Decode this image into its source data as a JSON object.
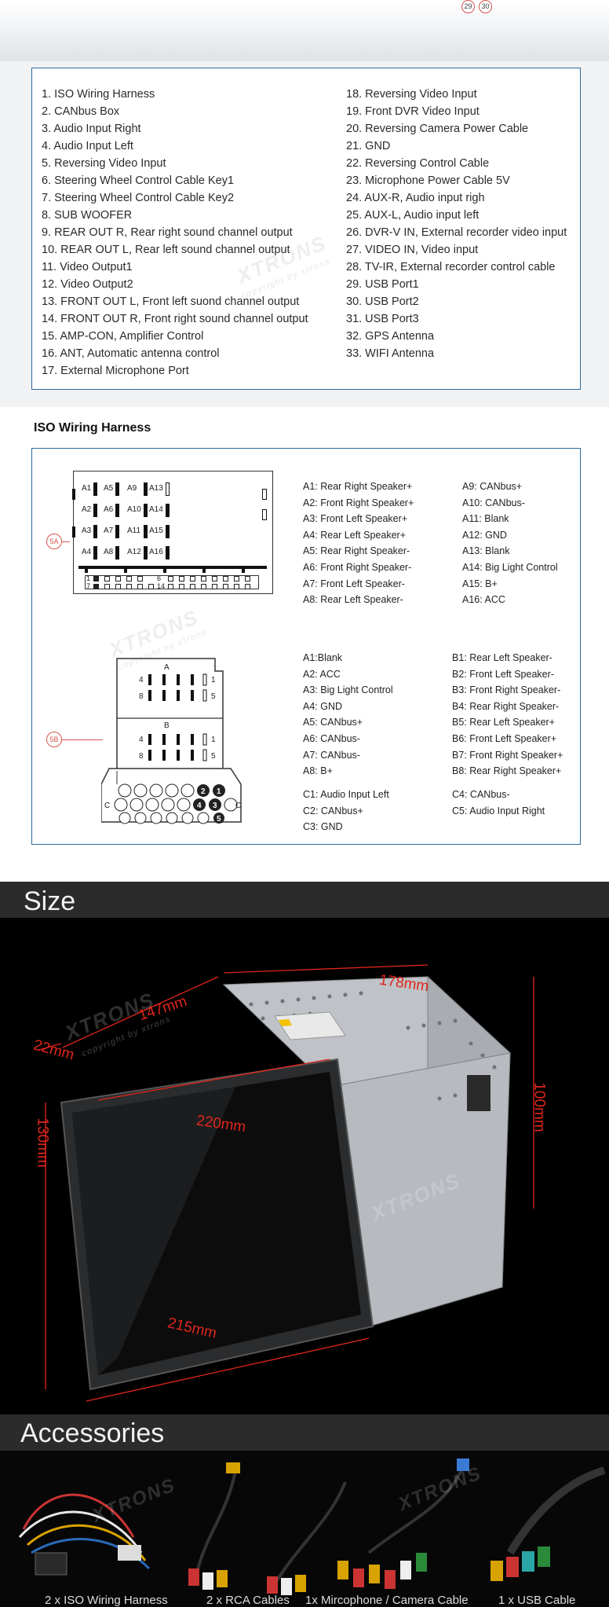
{
  "top": {
    "circle_a": "29",
    "circle_b": "30"
  },
  "legend": {
    "left": [
      "1. ISO Wiring Harness",
      "2. CANbus Box",
      "3. Audio Input Right",
      "4. Audio Input Left",
      "5. Reversing Video Input",
      "6. Steering Wheel Control Cable Key1",
      "7. Steering Wheel Control Cable Key2",
      "8. SUB WOOFER",
      "9. REAR OUT R, Rear right sound channel output",
      "10. REAR OUT L, Rear left sound channel output",
      "11. Video Output1",
      "12. Video Output2",
      "13. FRONT OUT L, Front left suond channel output",
      "14. FRONT OUT R,  Front right sound channel output",
      "15. AMP-CON, Amplifier Control",
      "16. ANT, Automatic antenna control",
      "17. External Microphone Port"
    ],
    "right": [
      "18. Reversing Video Input",
      "19. Front DVR Video Input",
      "20. Reversing Camera Power Cable",
      "21. GND",
      "22. Reversing Control Cable",
      "23. Microphone Power Cable 5V",
      "24. AUX-R, Audio input righ",
      "25. AUX-L, Audio input left",
      "26. DVR-V IN, External recorder video input",
      "27. VIDEO IN, Video input",
      "28. TV-IR, External recorder control cable",
      "29. USB Port1",
      "30. USB Port2",
      "31. USB Port3",
      "32. GPS Antenna",
      "33. WIFI Antenna"
    ]
  },
  "iso": {
    "title": "ISO Wiring Harness",
    "tag_a": "5A",
    "tag_b": "5B",
    "a_col1": [
      "A1: Rear Right Speaker+",
      "A2: Front Right Speaker+",
      "A3: Front Left Speaker+",
      "A4: Rear Left Speaker+",
      "A5: Rear Right Speaker-",
      "A6: Front Right Speaker-",
      "A7: Front Left Speaker-",
      "A8: Rear Left Speaker-"
    ],
    "a_col2": [
      "A9: CANbus+",
      "A10: CANbus-",
      "A11: Blank",
      "A12: GND",
      "A13: Blank",
      "A14: Big Light Control",
      "A15: B+",
      "A16: ACC"
    ],
    "b_col1": [
      "A1:Blank",
      "A2: ACC",
      "A3: Big Light Control",
      "A4: GND",
      "A5: CANbus+",
      "A6: CANbus-",
      "A7: CANbus-",
      "A8: B+"
    ],
    "b_col2": [
      "B1: Rear Left Speaker-",
      "B2: Front Left Speaker-",
      "B3: Front Right Speaker-",
      "B4: Rear Right Speaker-",
      "B5: Rear Left Speaker+",
      "B6: Front Left Speaker+",
      "B7: Front Right Speaker+",
      "B8: Rear Right Speaker+"
    ],
    "c_col1": [
      "C1: Audio Input Left",
      "C2: CANbus+",
      "C3: GND"
    ],
    "c_col2": [
      "C4: CANbus-",
      "C5: Audio Input Right"
    ],
    "conn_a_labels": [
      "A1",
      "A5",
      "A9",
      "A13",
      "A2",
      "A6",
      "A10",
      "A14",
      "A3",
      "A7",
      "A11",
      "A15",
      "A4",
      "A8",
      "A12",
      "A16"
    ],
    "conn_a_row_nums": [
      "1",
      "6",
      "7",
      "14"
    ],
    "conn_b_letters": [
      "A",
      "B"
    ],
    "conn_b_nums": [
      "4",
      "1",
      "8",
      "5",
      "4",
      "1",
      "8",
      "5"
    ],
    "conn_c_nums": [
      "2",
      "1",
      "4",
      "3",
      "5"
    ],
    "conn_c_letter": "C"
  },
  "size": {
    "title": "Size",
    "dim_178": "178mm",
    "dim_147": "147mm",
    "dim_22": "22mm",
    "dim_100": "100mm",
    "dim_130": "130mm",
    "dim_220": "220mm",
    "dim_215": "215mm"
  },
  "watermark": {
    "brand": "XTRONS",
    "sub": "copyright by xtrons"
  },
  "accessories": {
    "title": "Accessories",
    "items": [
      "2 x ISO Wiring Harness",
      "2 x RCA Cables",
      "1x Mircophone / Camera Cable",
      "1 x USB Cable"
    ]
  },
  "colors": {
    "accent_blue": "#2c6aa0",
    "dim_red": "#e0261b"
  }
}
